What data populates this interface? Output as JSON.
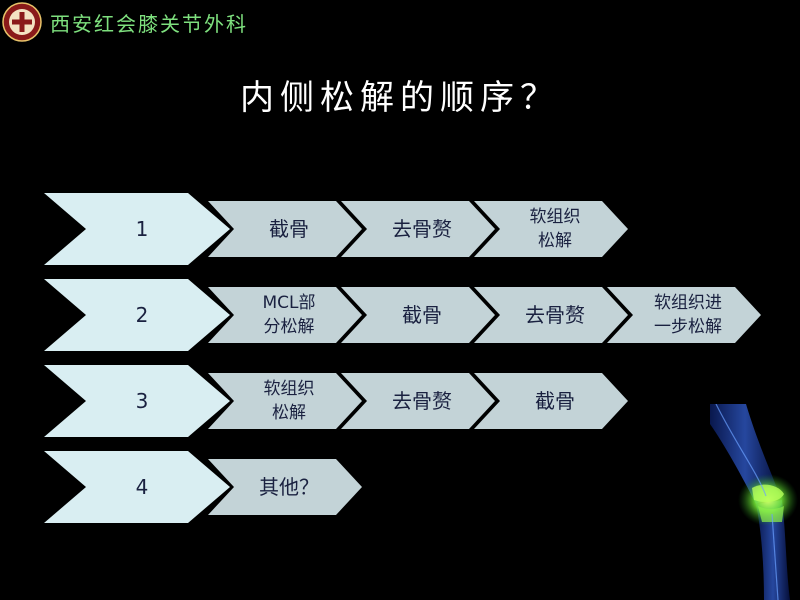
{
  "header": {
    "org_name": "西安红会膝关节外科"
  },
  "title": "内侧松解的顺序？",
  "rows": [
    {
      "number": "1",
      "steps": [
        [
          "截骨"
        ],
        [
          "去骨赘"
        ],
        [
          "软组织",
          "松解"
        ]
      ]
    },
    {
      "number": "2",
      "steps": [
        [
          "MCL部",
          "分松解"
        ],
        [
          "截骨"
        ],
        [
          "去骨赘"
        ],
        [
          "软组织进",
          "一步松解"
        ]
      ]
    },
    {
      "number": "3",
      "steps": [
        [
          "软组织",
          "松解"
        ],
        [
          "去骨赘"
        ],
        [
          "截骨"
        ]
      ]
    },
    {
      "number": "4",
      "steps": [
        [
          "其他？"
        ]
      ]
    }
  ],
  "colors": {
    "number_chevron": "#d9eef2",
    "step_chevron": "#c3d3d7",
    "text": "#1a2140",
    "logo_red": "#8a1a1a",
    "org_text": "#7ee07e",
    "knee_glow": "#7fff3a"
  }
}
